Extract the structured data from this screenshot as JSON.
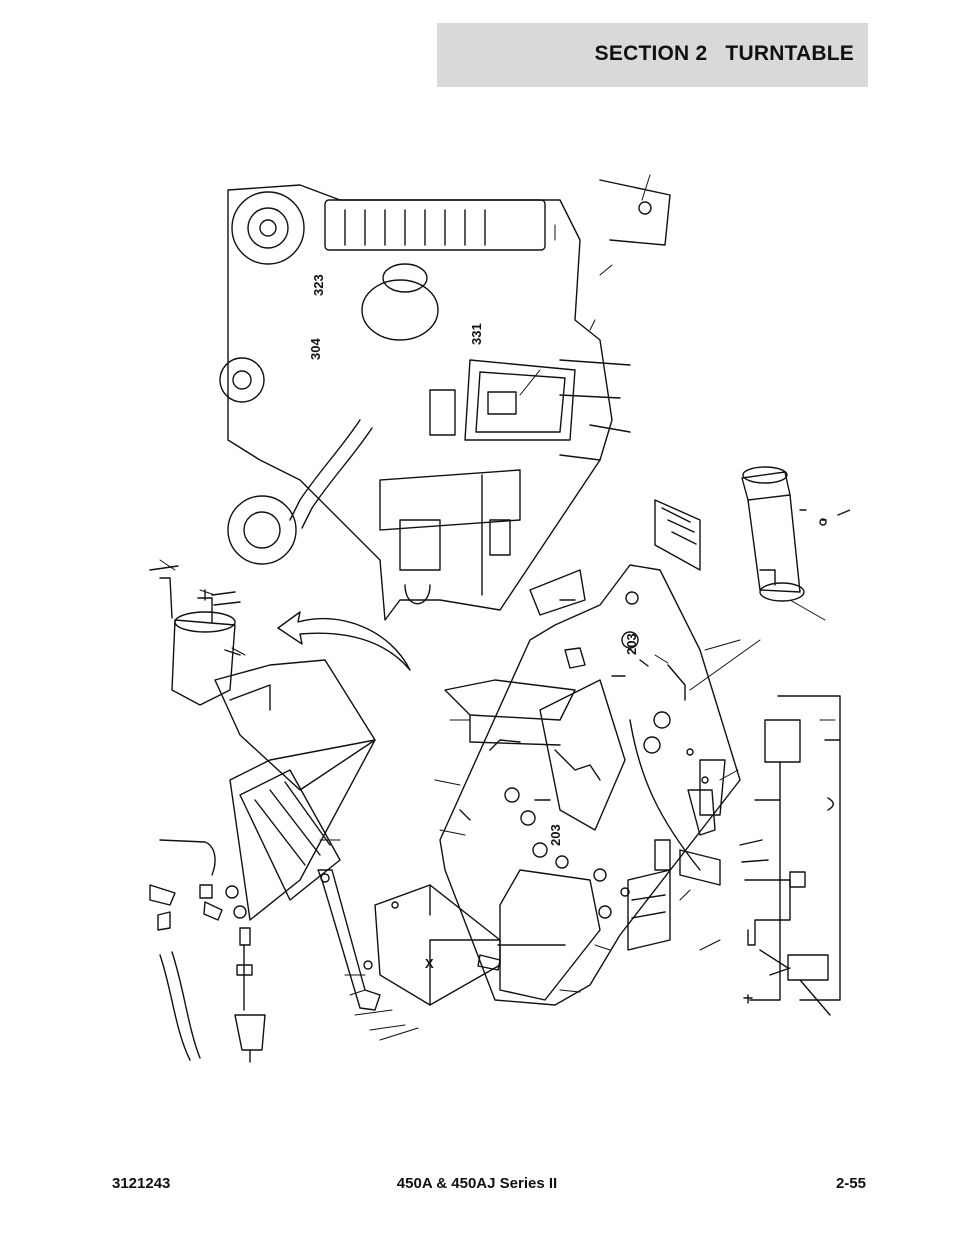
{
  "header": {
    "title": "SECTION 2   TURNTABLE"
  },
  "diagram": {
    "callouts": {
      "c323": "323",
      "c304": "304",
      "c331": "331",
      "c203a": "203",
      "c203b": "203",
      "cx": "X"
    }
  },
  "footer": {
    "doc_number": "3121243",
    "model": "450A & 450AJ Series II",
    "page": "2-55"
  }
}
